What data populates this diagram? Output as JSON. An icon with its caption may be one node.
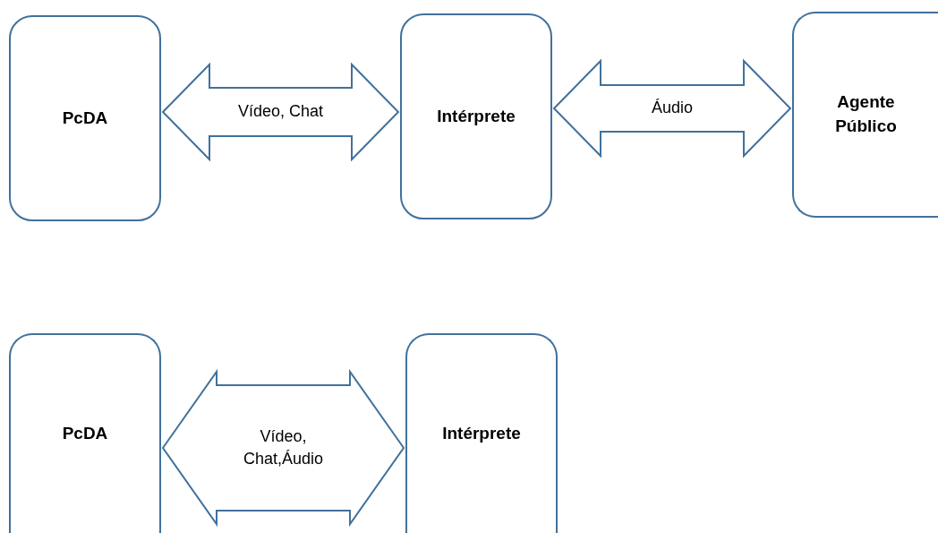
{
  "diagram": {
    "nodes": [
      {
        "text": [
          "PcDA"
        ]
      },
      {
        "text": [
          "Intérprete"
        ]
      },
      {
        "text": [
          "Agente Público"
        ]
      },
      {
        "text": [
          "PcDA"
        ]
      },
      {
        "text": [
          "Intérprete"
        ]
      }
    ],
    "edges": [
      {
        "from": 0,
        "to": 1,
        "arrow": "both",
        "label": "Vídeo, Chat"
      },
      {
        "from": 1,
        "to": 2,
        "arrow": "both",
        "label": "Áudio"
      },
      {
        "from": 3,
        "to": 4,
        "arrow": "both",
        "label": "Vídeo, Chat,Áudio"
      }
    ]
  }
}
